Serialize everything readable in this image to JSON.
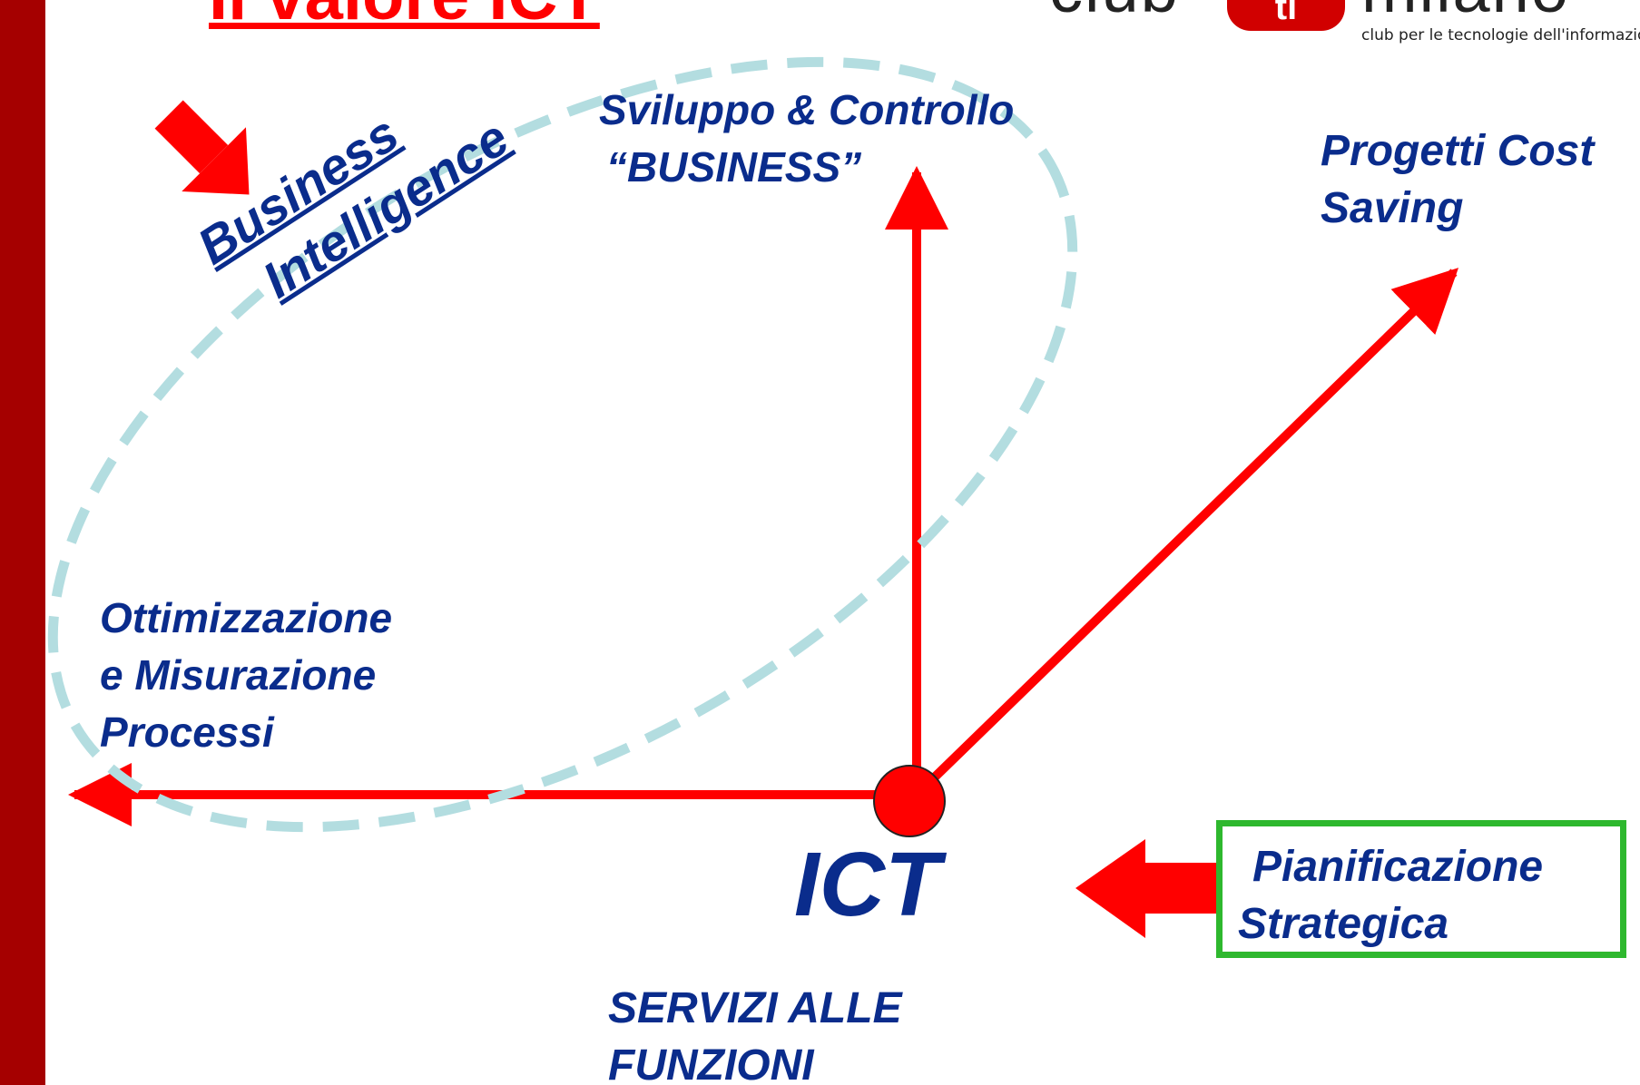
{
  "slide": {
    "title": "Il valore ICT",
    "logo": {
      "left_word": "club",
      "badge": "ti",
      "right_word": "milano",
      "tagline": "club per le tecnologie dell'informazione"
    }
  },
  "diagram": {
    "center_label": "ICT",
    "axis_left_label": [
      "Ottimizzazione",
      "e Misurazione",
      "Processi"
    ],
    "axis_up_label": [
      "Sviluppo & Controllo",
      "“BUSINESS”"
    ],
    "axis_diagonal_label": [
      "Progetti Cost",
      "Saving"
    ],
    "bottom_label": [
      "SERVIZI ALLE",
      "FUNZIONI"
    ],
    "highlight_label": [
      "Business",
      "Intelligence"
    ],
    "box_label": [
      "Pianificazione",
      "Strategica"
    ]
  },
  "colors": {
    "arrow": "#ff0000",
    "text": "#0a2c8c",
    "ellipse": "#b3dde0",
    "box_border": "#2eb82e",
    "left_bar": "#a50000"
  },
  "icons": {
    "down_arrow": "down-right-arrow-icon",
    "left_arrow": "left-arrow-icon"
  }
}
